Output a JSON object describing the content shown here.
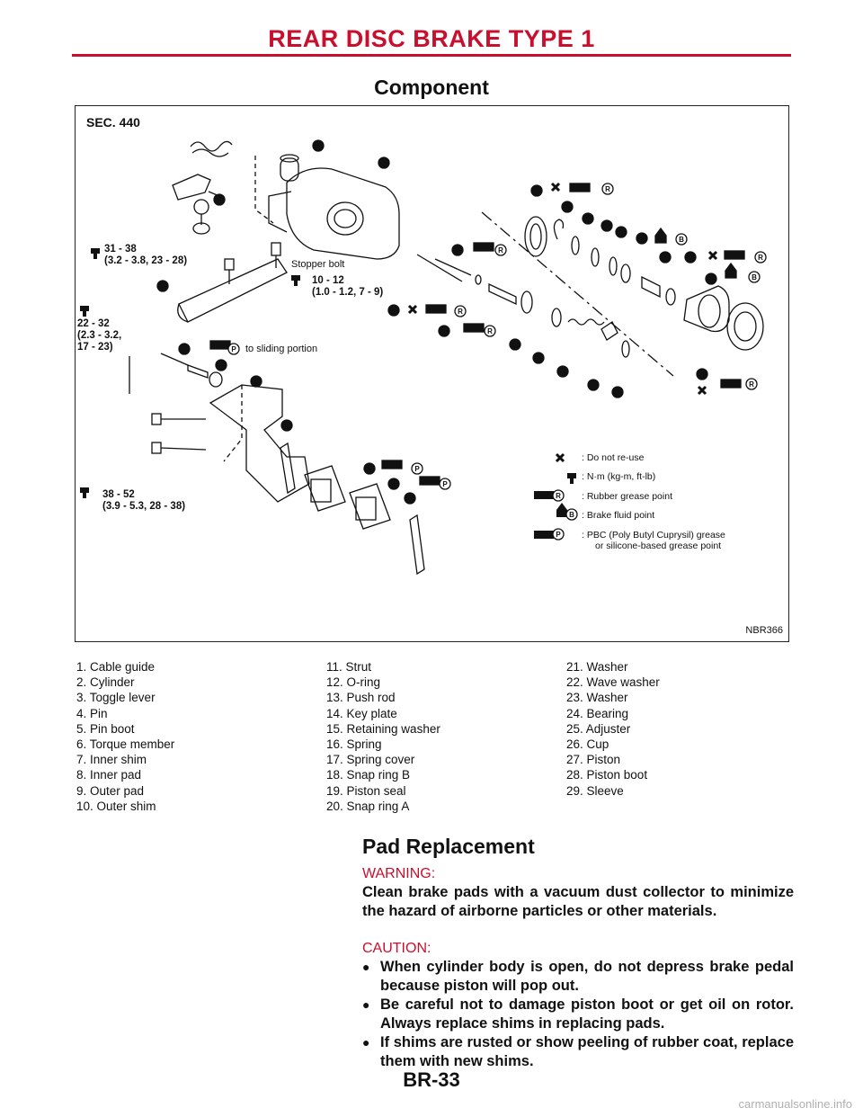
{
  "header": {
    "title": "REAR DISC BRAKE TYPE 1"
  },
  "component": {
    "title": "Component",
    "figure": {
      "sec": "SEC. 440",
      "code": "NBR366",
      "torque_31": [
        "31 - 38",
        "(3.2 - 3.8, 23 - 28)"
      ],
      "stopper_bolt": "Stopper bolt",
      "torque_10": [
        "10 - 12",
        "(1.0 - 1.2, 7 - 9)"
      ],
      "torque_22": [
        "22 - 32",
        "(2.3 - 3.2,",
        "17 - 23)"
      ],
      "to_sliding": "to sliding portion",
      "torque_38": [
        "38 - 52",
        "(3.9 - 5.3, 28 - 38)"
      ],
      "callout_letters": {
        "R": "R",
        "B": "B",
        "P": "P"
      },
      "legend": [
        {
          "icon": "do-not-reuse-icon",
          "text": ": Do not re-use"
        },
        {
          "icon": "torque-wrench-icon",
          "text": ": N·m (kg-m, ft-lb)"
        },
        {
          "icon": "rubber-grease-icon",
          "letter": "R",
          "text": ": Rubber grease point"
        },
        {
          "icon": "brake-fluid-icon",
          "letter": "B",
          "text": ": Brake fluid point"
        },
        {
          "icon": "pbc-grease-icon",
          "letter": "P",
          "text": ": PBC (Poly Butyl Cuprysil) grease",
          "text2": "or silicone-based grease point"
        }
      ]
    },
    "parts": [
      [
        "1. Cable guide",
        "2. Cylinder",
        "3. Toggle lever",
        "4. Pin",
        "5. Pin boot",
        "6. Torque member",
        "7. Inner shim",
        "8. Inner pad",
        "9. Outer pad",
        "10. Outer shim"
      ],
      [
        "11. Strut",
        "12. O-ring",
        "13. Push rod",
        "14. Key plate",
        "15. Retaining washer",
        "16. Spring",
        "17. Spring cover",
        "18. Snap ring B",
        "19. Piston seal",
        "20. Snap ring A"
      ],
      [
        "21. Washer",
        "22. Wave washer",
        "23. Washer",
        "24. Bearing",
        "25. Adjuster",
        "26. Cup",
        "27. Piston",
        "28. Piston boot",
        "29. Sleeve"
      ]
    ]
  },
  "pad_replacement": {
    "title": "Pad Replacement",
    "warning_label": "WARNING:",
    "warning_text": "Clean brake pads with a vacuum dust collector to minimize the hazard of airborne particles or other materials.",
    "caution_label": "CAUTION:",
    "bullets": [
      "When cylinder body is open, do not depress brake pedal because piston will pop out.",
      "Be careful not to damage piston boot or get oil on rotor. Always replace shims in replacing pads.",
      "If shims are rusted or show peeling of rubber coat, replace them with new shims."
    ]
  },
  "page_number": "BR-33",
  "watermark": "carmanualsonline.info"
}
